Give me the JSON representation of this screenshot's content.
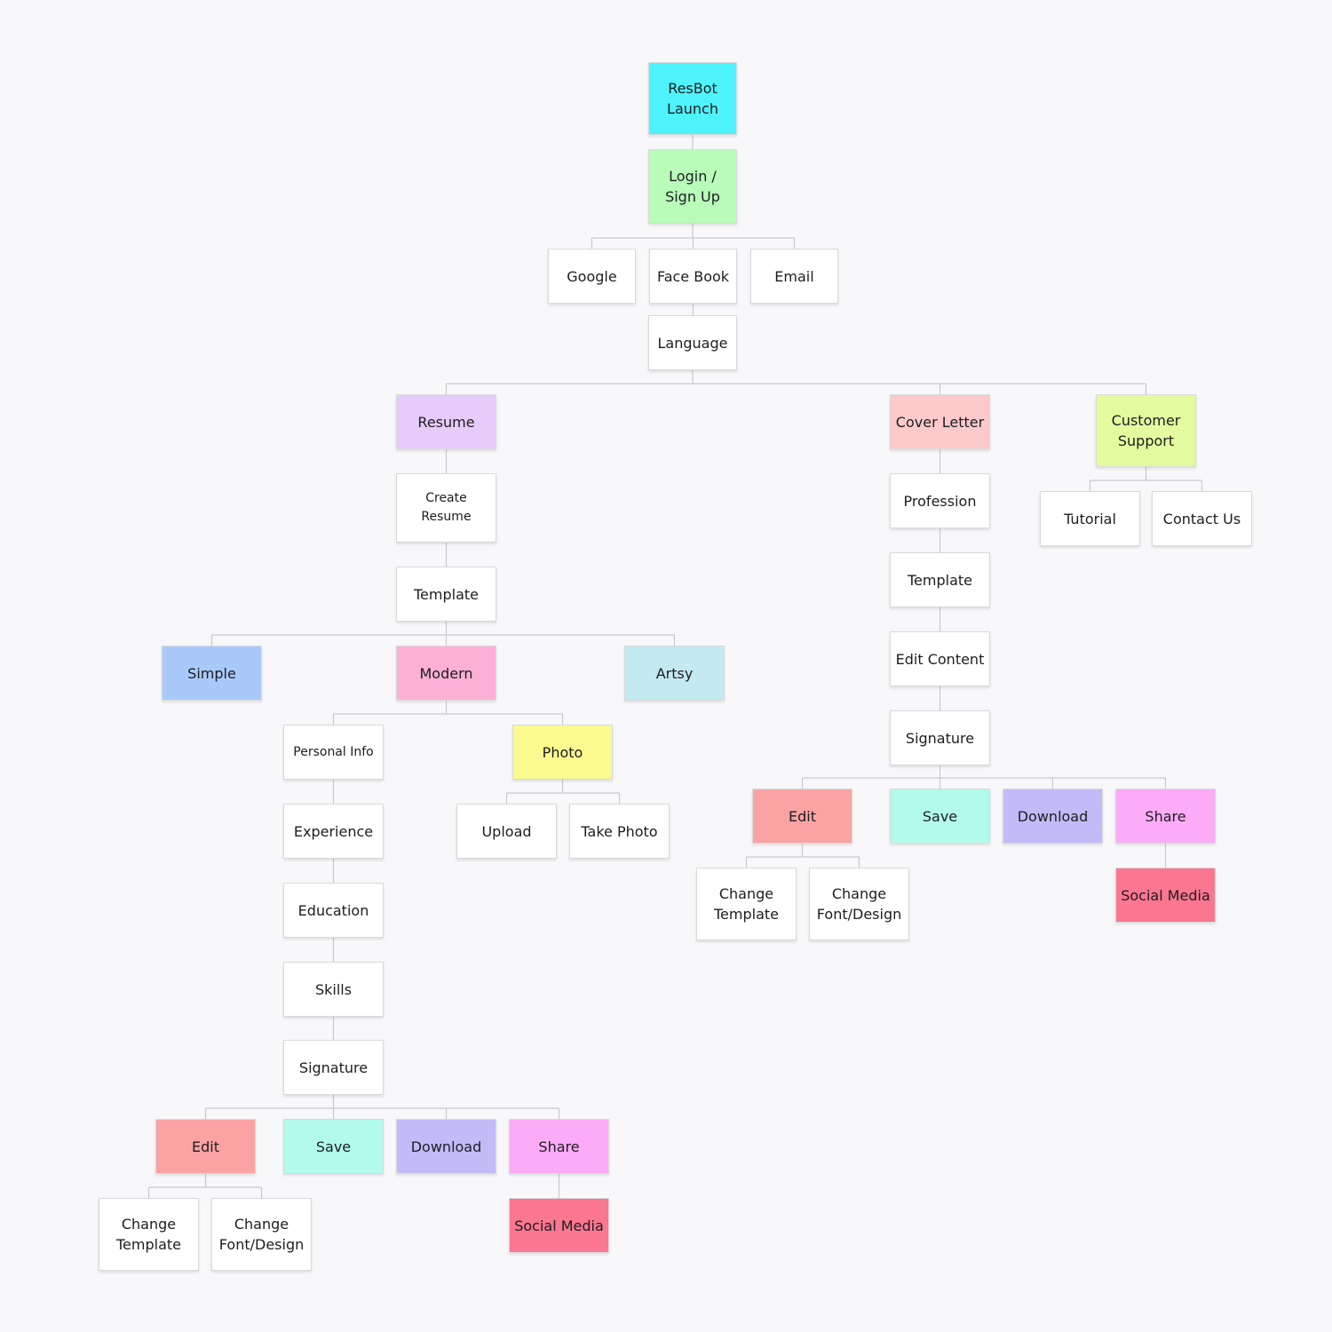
{
  "colors": {
    "cyan": "#4ef3fb",
    "green": "#b9fbb9",
    "lavender": "#e7cbfb",
    "salmon": "#fccaca",
    "lime": "#e2fb9f",
    "blue": "#a9c9fb",
    "pink": "#fcb0d6",
    "lightblue": "#c3e9f1",
    "yellow": "#fafa8f",
    "red": "#fba3a3",
    "mint": "#b2fbeb",
    "purple": "#c1bcf8",
    "magenta": "#fcabf6",
    "rose": "#fb7690",
    "white": "#ffffff"
  },
  "nodes": [
    {
      "id": "resbot-launch",
      "label": "ResBot\nLaunch",
      "color": "cyan"
    },
    {
      "id": "login-signup",
      "label": "Login /\nSign Up",
      "color": "green"
    },
    {
      "id": "google",
      "label": "Google",
      "color": "white"
    },
    {
      "id": "facebook",
      "label": "Face Book",
      "color": "white"
    },
    {
      "id": "email",
      "label": "Email",
      "color": "white"
    },
    {
      "id": "language",
      "label": "Language",
      "color": "white"
    },
    {
      "id": "resume",
      "label": "Resume",
      "color": "lavender"
    },
    {
      "id": "cover-letter",
      "label": "Cover Letter",
      "color": "salmon"
    },
    {
      "id": "customer-support",
      "label": "Customer\nSupport",
      "color": "lime"
    },
    {
      "id": "create-resume",
      "label": "Create\nResume",
      "color": "white"
    },
    {
      "id": "resume-template",
      "label": "Template",
      "color": "white"
    },
    {
      "id": "simple",
      "label": "Simple",
      "color": "blue"
    },
    {
      "id": "modern",
      "label": "Modern",
      "color": "pink"
    },
    {
      "id": "artsy",
      "label": "Artsy",
      "color": "lightblue"
    },
    {
      "id": "personal-info",
      "label": "Personal Info",
      "color": "white"
    },
    {
      "id": "experience",
      "label": "Experience",
      "color": "white"
    },
    {
      "id": "education",
      "label": "Education",
      "color": "white"
    },
    {
      "id": "skills",
      "label": "Skills",
      "color": "white"
    },
    {
      "id": "resume-signature",
      "label": "Signature",
      "color": "white"
    },
    {
      "id": "photo",
      "label": "Photo",
      "color": "yellow"
    },
    {
      "id": "upload",
      "label": "Upload",
      "color": "white"
    },
    {
      "id": "take-photo",
      "label": "Take Photo",
      "color": "white"
    },
    {
      "id": "resume-edit",
      "label": "Edit",
      "color": "red"
    },
    {
      "id": "resume-save",
      "label": "Save",
      "color": "mint"
    },
    {
      "id": "resume-download",
      "label": "Download",
      "color": "purple"
    },
    {
      "id": "resume-share",
      "label": "Share",
      "color": "magenta"
    },
    {
      "id": "resume-change-template",
      "label": "Change\nTemplate",
      "color": "white"
    },
    {
      "id": "resume-change-font",
      "label": "Change\nFont/Design",
      "color": "white"
    },
    {
      "id": "resume-social-media",
      "label": "Social Media",
      "color": "rose"
    },
    {
      "id": "profession",
      "label": "Profession",
      "color": "white"
    },
    {
      "id": "cover-template",
      "label": "Template",
      "color": "white"
    },
    {
      "id": "edit-content",
      "label": "Edit Content",
      "color": "white"
    },
    {
      "id": "cover-signature",
      "label": "Signature",
      "color": "white"
    },
    {
      "id": "cover-edit",
      "label": "Edit",
      "color": "red"
    },
    {
      "id": "cover-save",
      "label": "Save",
      "color": "mint"
    },
    {
      "id": "cover-download",
      "label": "Download",
      "color": "purple"
    },
    {
      "id": "cover-share",
      "label": "Share",
      "color": "magenta"
    },
    {
      "id": "cover-change-template",
      "label": "Change\nTemplate",
      "color": "white"
    },
    {
      "id": "cover-change-font",
      "label": "Change\nFont/Design",
      "color": "white"
    },
    {
      "id": "cover-social-media",
      "label": "Social Media",
      "color": "rose"
    },
    {
      "id": "tutorial",
      "label": "Tutorial",
      "color": "white"
    },
    {
      "id": "contact-us",
      "label": "Contact Us",
      "color": "white"
    }
  ],
  "edges": [
    [
      "resbot-launch",
      "login-signup"
    ],
    [
      "login-signup",
      "google"
    ],
    [
      "login-signup",
      "facebook"
    ],
    [
      "login-signup",
      "email"
    ],
    [
      "facebook",
      "language"
    ],
    [
      "language",
      "resume"
    ],
    [
      "language",
      "cover-letter"
    ],
    [
      "language",
      "customer-support"
    ],
    [
      "resume",
      "create-resume"
    ],
    [
      "create-resume",
      "resume-template"
    ],
    [
      "resume-template",
      "simple"
    ],
    [
      "resume-template",
      "modern"
    ],
    [
      "resume-template",
      "artsy"
    ],
    [
      "modern",
      "personal-info"
    ],
    [
      "modern",
      "photo"
    ],
    [
      "personal-info",
      "experience"
    ],
    [
      "experience",
      "education"
    ],
    [
      "education",
      "skills"
    ],
    [
      "skills",
      "resume-signature"
    ],
    [
      "photo",
      "upload"
    ],
    [
      "photo",
      "take-photo"
    ],
    [
      "resume-signature",
      "resume-edit"
    ],
    [
      "resume-signature",
      "resume-save"
    ],
    [
      "resume-signature",
      "resume-download"
    ],
    [
      "resume-signature",
      "resume-share"
    ],
    [
      "resume-edit",
      "resume-change-template"
    ],
    [
      "resume-edit",
      "resume-change-font"
    ],
    [
      "resume-share",
      "resume-social-media"
    ],
    [
      "cover-letter",
      "profession"
    ],
    [
      "profession",
      "cover-template"
    ],
    [
      "cover-template",
      "edit-content"
    ],
    [
      "edit-content",
      "cover-signature"
    ],
    [
      "cover-signature",
      "cover-edit"
    ],
    [
      "cover-signature",
      "cover-save"
    ],
    [
      "cover-signature",
      "cover-download"
    ],
    [
      "cover-signature",
      "cover-share"
    ],
    [
      "cover-edit",
      "cover-change-template"
    ],
    [
      "cover-edit",
      "cover-change-font"
    ],
    [
      "cover-share",
      "cover-social-media"
    ],
    [
      "customer-support",
      "tutorial"
    ],
    [
      "customer-support",
      "contact-us"
    ]
  ]
}
